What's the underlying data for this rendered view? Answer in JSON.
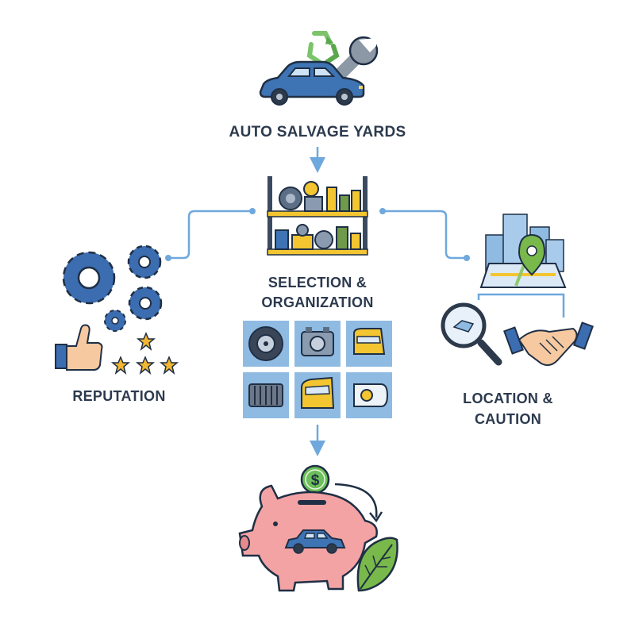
{
  "nodes": {
    "top": {
      "label": "AUTO SALVAGE YARDS",
      "icons": [
        "recycle-icon",
        "car-icon",
        "wrench-icon"
      ]
    },
    "middle": {
      "label_line1": "SELECTION &",
      "label_line2": "ORGANIZATION",
      "icons": [
        "parts-shelf-icon"
      ],
      "parts_grid": [
        "wheel-icon",
        "engine-icon",
        "car-door-icon",
        "radiator-icon",
        "car-door-icon",
        "headlight-icon"
      ]
    },
    "left": {
      "label": "REPUTATION",
      "icons": [
        "gears-icon",
        "thumbs-up-icon",
        "star-icon"
      ],
      "star_count": 4
    },
    "right": {
      "label_line1": "LOCATION &",
      "label_line2": "CAUTION",
      "icons": [
        "map-pin-icon",
        "magnifier-icon",
        "handshake-icon"
      ]
    },
    "bottom": {
      "icons": [
        "dollar-coin-icon",
        "piggy-bank-icon",
        "car-icon",
        "leaf-icon"
      ],
      "coin_symbol": "$"
    }
  },
  "colors": {
    "text": "#2c3a4e",
    "connector": "#6fa8dc",
    "car_blue": "#3f74b4",
    "outline": "#1f2f45",
    "gear_blue": "#3b6db0",
    "star_yellow": "#f2b630",
    "piggy_pink": "#f3a3a4",
    "leaf_green": "#79b84a",
    "coin_green": "#6cbf5a",
    "tile_bg": "#8fbbe3"
  }
}
